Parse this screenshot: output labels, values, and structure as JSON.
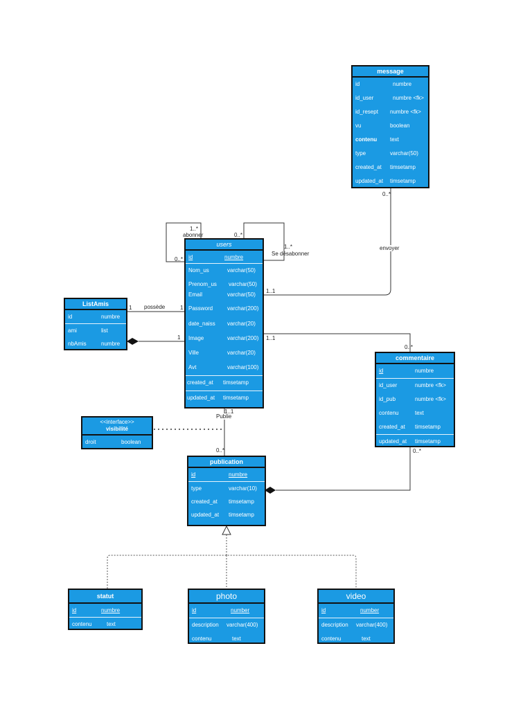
{
  "entities": {
    "message": {
      "title": "message",
      "rows": [
        {
          "name": "id",
          "type": "numbre"
        },
        {
          "name": "id_user",
          "type": "numbre  <fk>"
        },
        {
          "name": "id_resept",
          "type": "numbre  <fk>"
        },
        {
          "name": "vu",
          "type": "boolean"
        },
        {
          "name": "contenu",
          "type": "text"
        },
        {
          "name": "type",
          "type": "varchar(50)"
        },
        {
          "name": "created_at",
          "type": "timsetamp"
        },
        {
          "name": "updated_at",
          "type": "timsetamp"
        }
      ]
    },
    "users": {
      "title": "users",
      "rows": [
        {
          "name": "id",
          "type": "numbre"
        },
        {
          "name": "Nom_us",
          "type": "varchar(50)"
        },
        {
          "name": "Prenom_us",
          "type": "varchar(50)"
        },
        {
          "name": "Email",
          "type": "varchar(50)"
        },
        {
          "name": "Password",
          "type": "varchar(200)"
        },
        {
          "name": "date_naiss",
          "type": "varchar(20)"
        },
        {
          "name": "Image",
          "type": "varchar(200)"
        },
        {
          "name": "Ville",
          "type": "varchar(20)"
        },
        {
          "name": "Avt",
          "type": "varchar(100)"
        },
        {
          "name": "created_at",
          "type": "timsetamp"
        },
        {
          "name": "updated_at",
          "type": "timsetamp"
        }
      ]
    },
    "listamis": {
      "title": "ListAmis",
      "rows": [
        {
          "name": "id",
          "type": "numbre"
        },
        {
          "name": "ami",
          "type": "list"
        },
        {
          "name": "nbAmis",
          "type": "numbre"
        }
      ]
    },
    "commentaire": {
      "title": "commentaire",
      "rows": [
        {
          "name": "id",
          "type": "numbre"
        },
        {
          "name": "id_user",
          "type": "numbre  <fk>"
        },
        {
          "name": "id_pub",
          "type": "numbre  <fk>"
        },
        {
          "name": "contenu",
          "type": "text"
        },
        {
          "name": "created_at",
          "type": "timsetamp"
        },
        {
          "name": "updated_at",
          "type": "timsetamp"
        }
      ]
    },
    "visibilite": {
      "stereotype": "<<interface>>",
      "title": "visibilité",
      "rows": [
        {
          "name": "droit",
          "type": "boolean"
        }
      ]
    },
    "publication": {
      "title": "publication",
      "rows": [
        {
          "name": "id",
          "type": "numbre"
        },
        {
          "name": "type",
          "type": "varchar(10)"
        },
        {
          "name": "created_at",
          "type": "timsetamp"
        },
        {
          "name": "updated_at",
          "type": "timsetamp"
        }
      ]
    },
    "statut": {
      "title": "statut",
      "rows": [
        {
          "name": "id",
          "type": "numbre"
        },
        {
          "name": "contenu",
          "type": "text"
        }
      ]
    },
    "photo": {
      "title": "photo",
      "rows": [
        {
          "name": "id",
          "type": "number"
        },
        {
          "name": "description",
          "type": "varchar(400)"
        },
        {
          "name": "contenu",
          "type": "text"
        }
      ]
    },
    "video": {
      "title": "video",
      "rows": [
        {
          "name": "id",
          "type": "number"
        },
        {
          "name": "description",
          "type": "varchar(400)"
        },
        {
          "name": "contenu",
          "type": "text"
        }
      ]
    }
  },
  "relations": {
    "abonner": {
      "label": "abonner",
      "mult_a": "1..*",
      "mult_b": "0..*"
    },
    "desabonner": {
      "label": "Se désabonner",
      "mult_a": "0..*",
      "mult_b": "1..*"
    },
    "envoyer": {
      "label": "envoyer",
      "mult_a": "0..*",
      "mult_b": "1..1"
    },
    "possede": {
      "label": "possède",
      "mult_a": "1",
      "mult_b": "1"
    },
    "amis_comp": {
      "mult": "1"
    },
    "commenter": {
      "mult_a": "1..1",
      "mult_b": "0..*"
    },
    "publie": {
      "label": "Publie",
      "mult_a": "1..1",
      "mult_b": "0..*"
    },
    "pub_comment": {
      "mult": "0..*"
    }
  },
  "colors": {
    "entity_fill": "#1b9ae3",
    "border": "#111111",
    "line": "#333333"
  }
}
